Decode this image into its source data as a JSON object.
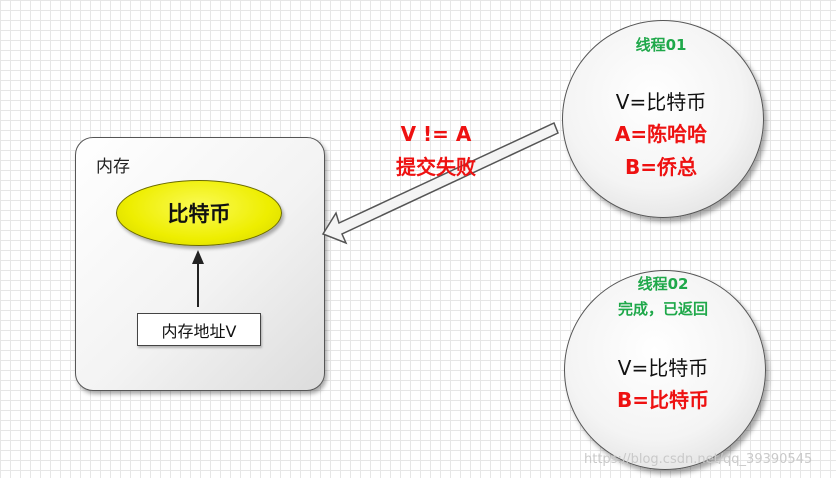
{
  "memory": {
    "label": "内存",
    "value": "比特币",
    "address": "内存地址V"
  },
  "commit_failure": {
    "line1": "V != A",
    "line2": "提交失败"
  },
  "thread01": {
    "title": "线程01",
    "v_line": "V=比特币",
    "a_line": "A=陈哈哈",
    "b_line": "B=侨总"
  },
  "thread02": {
    "title": "线程02",
    "status": "完成，已返回",
    "v_line": "V=比特币",
    "b_line": "B=比特币"
  },
  "watermark": "https://blog.csdn.net/qq_39390545",
  "colors": {
    "green_text": "#1fa84a",
    "red_text": "#ee1111",
    "ellipse_fill": "#eeee00"
  }
}
